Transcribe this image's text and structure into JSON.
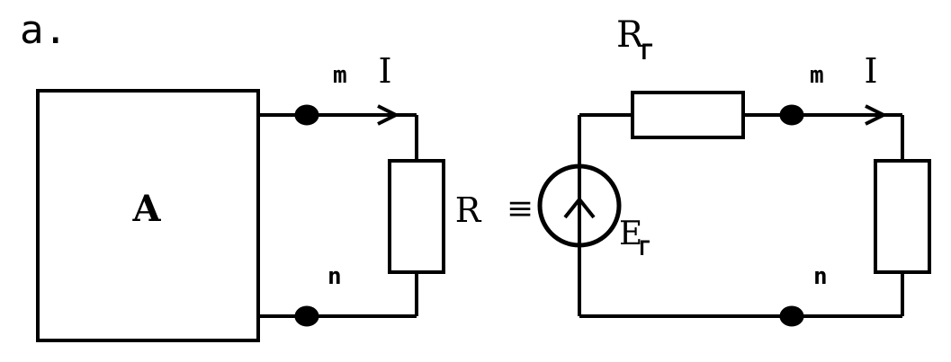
{
  "diagram": {
    "panel_label": "a.",
    "left_circuit": {
      "block_label": "A",
      "terminal_top": "m",
      "terminal_bottom": "n",
      "current_label": "I",
      "load_label": "R"
    },
    "equivalence_symbol": "≡",
    "right_circuit": {
      "generator_resistance_label": "R",
      "generator_resistance_subscript": "Г",
      "source_label": "E",
      "source_subscript": "Г",
      "terminal_top": "m",
      "terminal_bottom": "n",
      "current_label": "I"
    }
  }
}
